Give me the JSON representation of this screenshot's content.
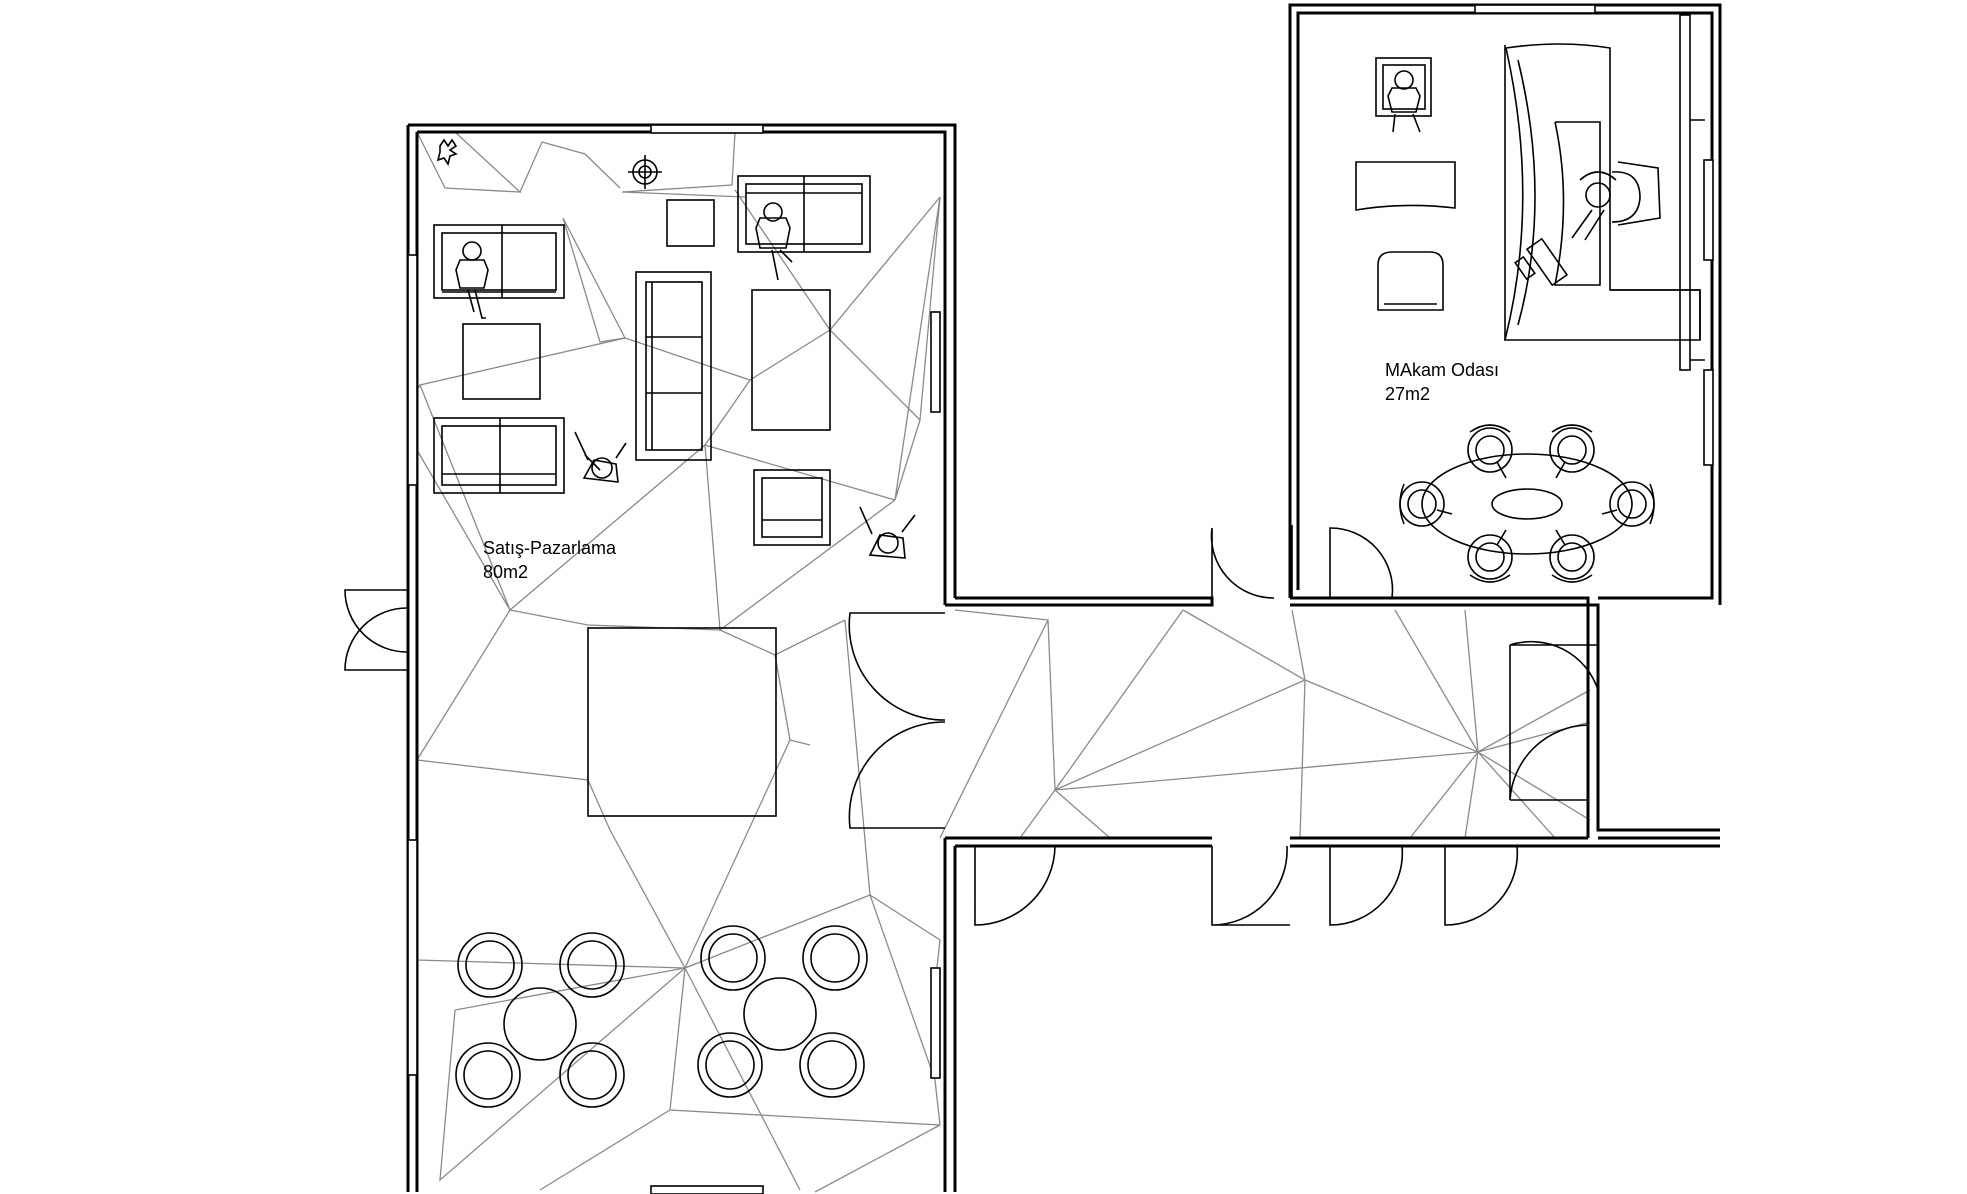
{
  "rooms": [
    {
      "name": "Satış-Pazarlama",
      "area": "80m2"
    },
    {
      "name": "MAkam Odası",
      "area": "27m2"
    }
  ]
}
